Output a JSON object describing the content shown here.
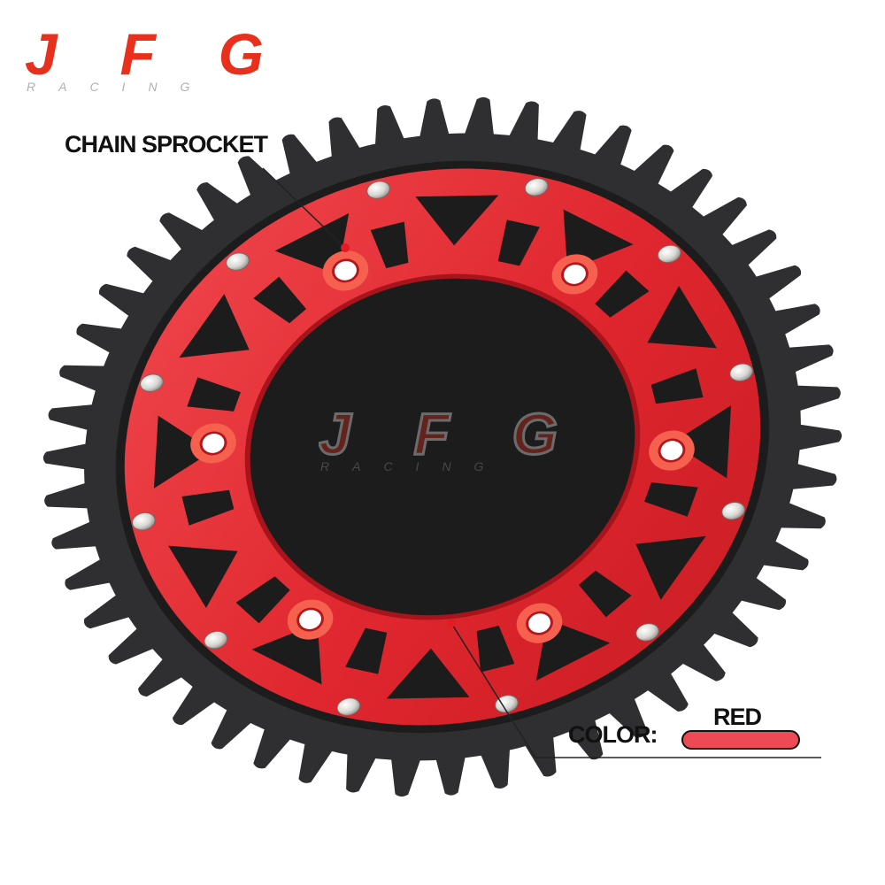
{
  "brand": {
    "logo_text": "JFG",
    "logo_subtext": "RACING",
    "logo_color": "#e8301c",
    "watermark_text": "JFG",
    "watermark_subtext": "RACING"
  },
  "callouts": {
    "sprocket_label": "CHAIN SPROCKET",
    "color_label": "COLOR:",
    "color_value": "RED",
    "color_swatch": "#ee4a55"
  },
  "colors": {
    "carrier_red": "#e0262e",
    "carrier_red_light": "#f04a4f",
    "steel_ring": "#2f2f31",
    "steel_ring_dark": "#1c1c1d",
    "bolt": "#d8d6d2",
    "marker": "#e31b23"
  },
  "sprocket": {
    "teeth": 50,
    "bolts": 12
  }
}
